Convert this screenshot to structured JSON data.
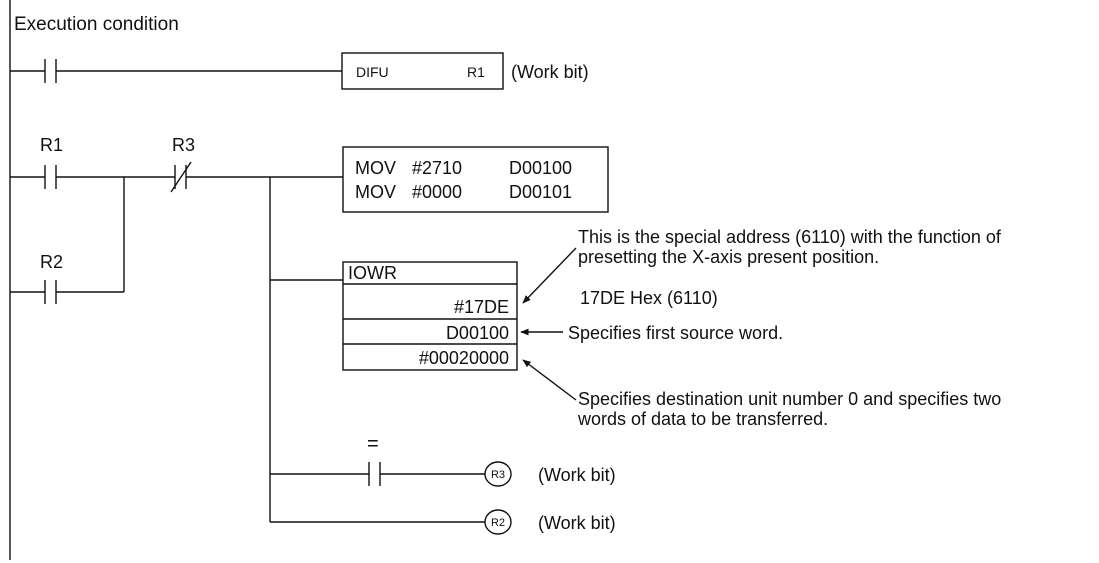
{
  "execution_condition": "Execution condition",
  "difu": {
    "instruction": "DIFU",
    "operand": "R1",
    "note": "(Work bit)"
  },
  "contacts": {
    "r1": "R1",
    "r3": "R3",
    "r2": "R2",
    "eq": "="
  },
  "mov": [
    {
      "op": "MOV",
      "src": "#2710",
      "dst": "D00100"
    },
    {
      "op": "MOV",
      "src": "#0000",
      "dst": "D00101"
    }
  ],
  "iowr": {
    "title": "IOWR",
    "c": "#17DE",
    "s": "D00100",
    "d": "#00020000"
  },
  "annotations": {
    "special_address_line1": "This is the special address (6110) with the function of",
    "special_address_line2": "presetting the X-axis present position.",
    "hex": "17DE Hex (6110)",
    "first_source": "Specifies first source word.",
    "dest_line1": "Specifies destination unit number 0 and specifies two",
    "dest_line2": "words of data to be transferred."
  },
  "coils": [
    {
      "label": "R3",
      "note": "(Work bit)"
    },
    {
      "label": "R2",
      "note": "(Work bit)"
    }
  ]
}
